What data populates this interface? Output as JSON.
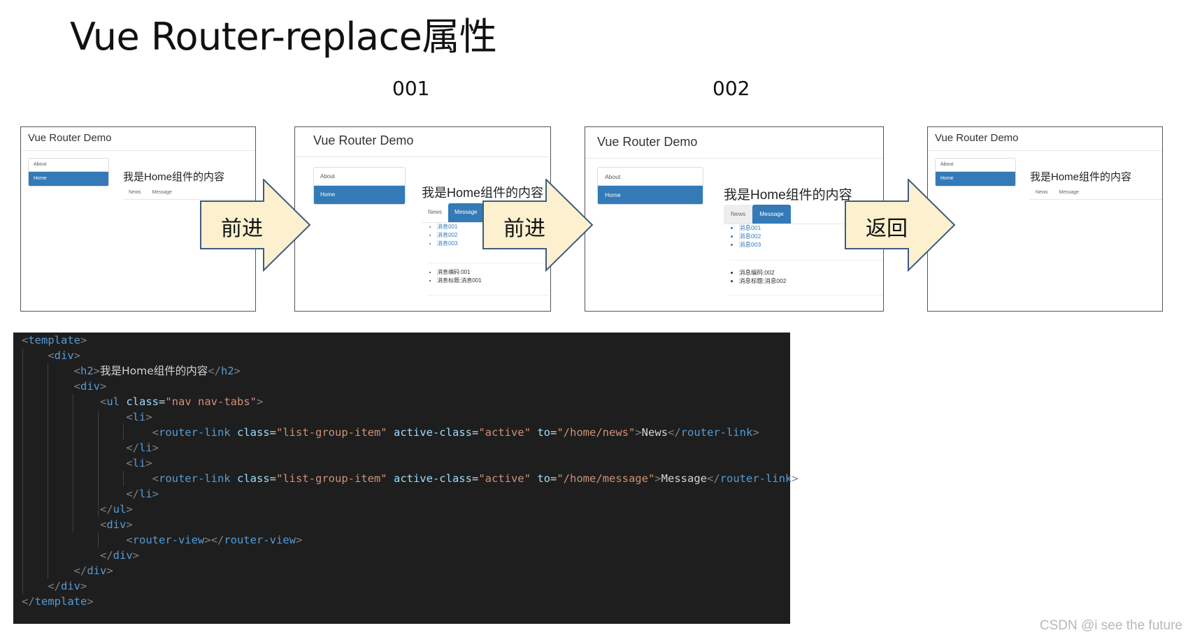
{
  "slide": {
    "title": "Vue Router-replace属性",
    "step_labels": [
      "001",
      "002"
    ]
  },
  "demo": {
    "header": "Vue Router Demo",
    "nav": [
      "About",
      "Home"
    ],
    "home_heading": "我是Home组件的内容",
    "tabs": [
      "News",
      "Message"
    ],
    "messages": [
      "消息001",
      "消息002",
      "消息003"
    ],
    "detail_001": [
      "消息编码:001",
      "消息标题:消息001"
    ],
    "detail_002": [
      "消息编码:002",
      "消息标题:消息002"
    ]
  },
  "arrows": [
    "前进",
    "前进",
    "返回"
  ],
  "code": {
    "tpl_open": "template",
    "div": "div",
    "h2": "h2",
    "h2_text": "我是Home组件的内容",
    "ul": "ul",
    "class_attr": "class",
    "ul_class": "\"nav nav-tabs\"",
    "li": "li",
    "router_link": "router-link",
    "rl_class": "\"list-group-item\"",
    "active_class_attr": "active-class",
    "active_value": "\"active\"",
    "to_attr": "to",
    "to_news": "\"/home/news\"",
    "to_message": "\"/home/message\"",
    "news_text": "News",
    "message_text": "Message",
    "router_view": "router-view"
  },
  "watermark": "CSDN @i see the future"
}
